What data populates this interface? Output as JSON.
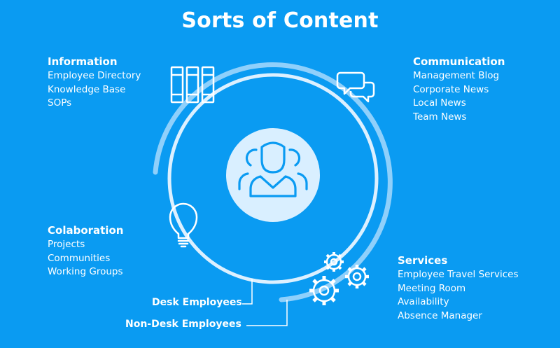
{
  "title": "Sorts of Content",
  "information": {
    "heading": "Information",
    "items": [
      "Employee Directory",
      "Knowledge Base",
      "SOPs"
    ]
  },
  "communication": {
    "heading": "Communication",
    "items": [
      "Management Blog",
      "Corporate News",
      "Local News",
      "Team News"
    ]
  },
  "colaboration": {
    "heading": "Colaboration",
    "items": [
      "Projects",
      "Communities",
      "Working Groups"
    ]
  },
  "services": {
    "heading": "Services",
    "items": [
      "Employee Travel Services",
      "Meeting Room",
      "Availability",
      "Absence Manager"
    ]
  },
  "labels": {
    "desk": "Desk Employees",
    "non_desk": "Non-Desk Employees"
  },
  "colors": {
    "background": "#0a9bf2",
    "ring": "#dcf0ff",
    "ring_faint": "#8fd0fb",
    "center_circle": "#d9efff",
    "icon_center": "#0a9bf2",
    "text": "#ffffff"
  },
  "icons": {
    "information": "binders-icon",
    "communication": "chat-bubbles-icon",
    "colaboration": "lightbulb-icon",
    "services": "gears-icon",
    "center": "people-group-icon"
  }
}
